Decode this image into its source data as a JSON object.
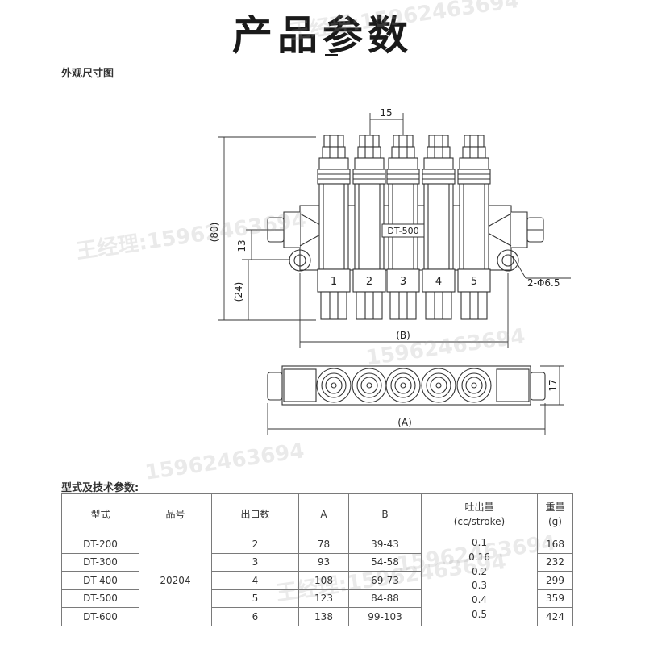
{
  "header": {
    "title": "产品参数"
  },
  "dims_section": {
    "label": "外观尺寸图"
  },
  "drawing": {
    "model_label": "DT-500",
    "outlet_numbers": [
      "1",
      "2",
      "3",
      "4",
      "5"
    ],
    "dim_pitch": "15",
    "dim_height_total": "(80)",
    "dim_height_lower": "(24)",
    "dim_offset": "13",
    "dim_hole": "2-Φ6.5",
    "dim_b": "(B)",
    "dim_a": "(A)",
    "dim_depth": "17"
  },
  "watermark": {
    "lines": [
      "王经理:15962463694",
      "15962463694",
      "王经理:15962463694",
      "15962463694",
      "王经理:15962463694",
      "15962463694"
    ]
  },
  "spec_section": {
    "label": "型式及技术参数:"
  },
  "spec_table": {
    "headers": {
      "model": "型式",
      "part_no": "品号",
      "outlets": "出口数",
      "a": "A",
      "b": "B",
      "output_line1": "吐出量",
      "output_line2": "(cc/stroke)",
      "weight_line1": "重量",
      "weight_line2": "(g)"
    },
    "part_no": "20204",
    "rows": [
      {
        "model": "DT-200",
        "outlets": "2",
        "a": "78",
        "b": "39-43",
        "weight": "168"
      },
      {
        "model": "DT-300",
        "outlets": "3",
        "a": "93",
        "b": "54-58",
        "weight": "232"
      },
      {
        "model": "DT-400",
        "outlets": "4",
        "a": "108",
        "b": "69-73",
        "weight": "299"
      },
      {
        "model": "DT-500",
        "outlets": "5",
        "a": "123",
        "b": "84-88",
        "weight": "359"
      },
      {
        "model": "DT-600",
        "outlets": "6",
        "a": "138",
        "b": "99-103",
        "weight": "424"
      }
    ],
    "output_values": [
      "0.1",
      "0.16",
      "0.2",
      "0.3",
      "0.4",
      "0.5"
    ]
  }
}
